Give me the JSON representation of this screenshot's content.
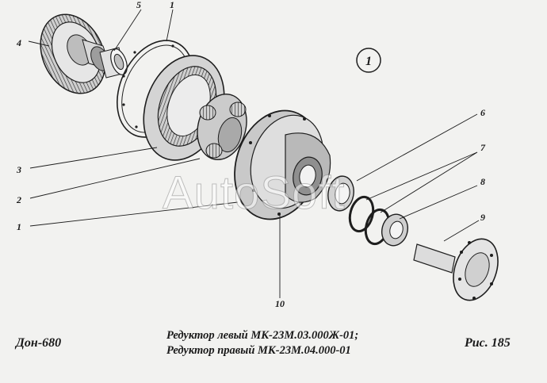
{
  "figure": {
    "view_marker": "1",
    "part_labels": [
      "1",
      "1",
      "2",
      "3",
      "4",
      "5",
      "6",
      "7",
      "8",
      "9",
      "10"
    ]
  },
  "caption": {
    "doc_code": "Дон-680",
    "title_line1": "Редуктор левый МК-23М.03.000Ж-01;",
    "title_line2": "Редуктор правый МК-23М.04.000-01",
    "figure_number": "Рис.  185"
  },
  "watermark": "AutoSoft"
}
